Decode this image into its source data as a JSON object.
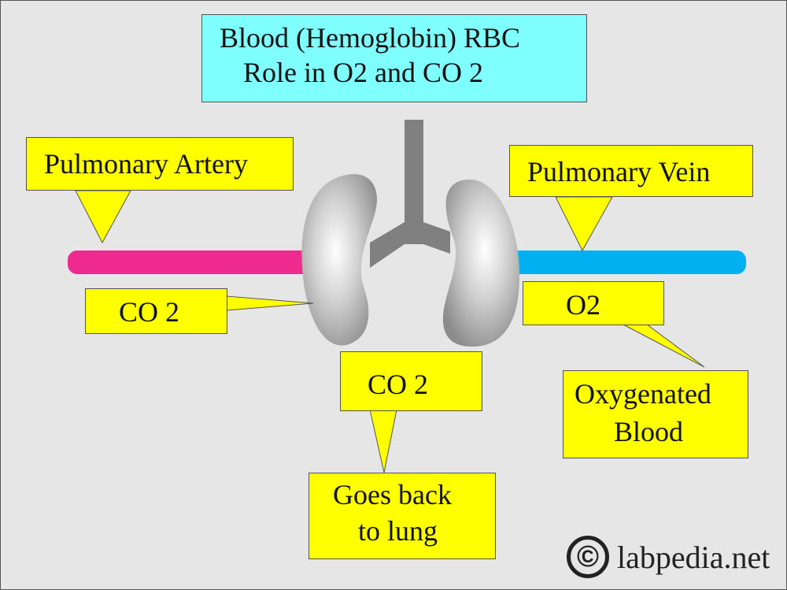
{
  "title": {
    "line1": "Blood (Hemoglobin) RBC",
    "line2": "Role in O2 and CO 2"
  },
  "labels": {
    "pulmonary_artery": "Pulmonary Artery",
    "pulmonary_vein": "Pulmonary Vein",
    "co2_left": "CO 2",
    "co2_bottom": "CO 2",
    "o2": "O2",
    "oxygenated_line1": "Oxygenated",
    "oxygenated_line2": "Blood",
    "goes_back_line1": "Goes back",
    "goes_back_line2": "to lung"
  },
  "copyright": {
    "symbol": "©",
    "site": "labpedia.net"
  },
  "colors": {
    "background": "#e6e6e6",
    "callout_fill": "#ffff00",
    "title_fill": "#80ffff",
    "artery": "#ee2a8e",
    "vein": "#00b0f0",
    "trachea": "#808080",
    "lung_highlight": "#ffffff",
    "lung_shadow": "#8c8c8c"
  }
}
